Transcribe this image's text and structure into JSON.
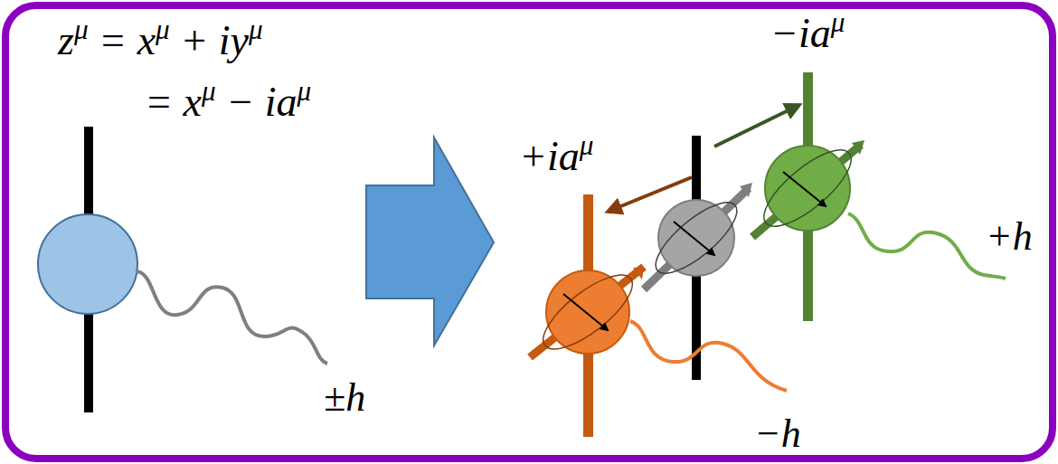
{
  "diagram": {
    "labels": [
      "zμ = xμ + iyμ",
      "= xμ − iaμ",
      "±h",
      "+iaμ",
      "−iaμ",
      "+h",
      "−h"
    ]
  }
}
